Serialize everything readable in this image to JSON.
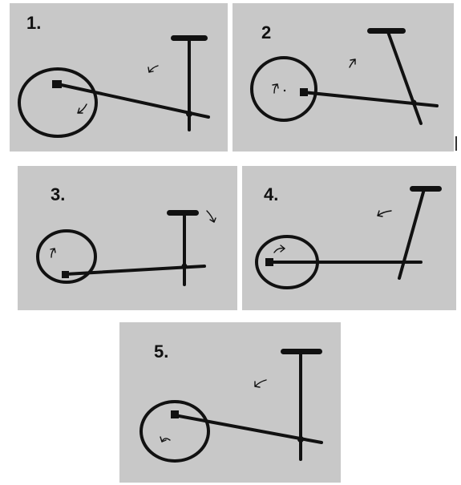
{
  "header": {
    "cut_text": ""
  },
  "colors": {
    "panel_background": "#c8c8c8",
    "ink": "#111111",
    "page_background": "#ffffff"
  },
  "panels": [
    {
      "label": "1."
    },
    {
      "label": "2"
    },
    {
      "label": "3."
    },
    {
      "label": "4."
    },
    {
      "label": "5."
    }
  ]
}
